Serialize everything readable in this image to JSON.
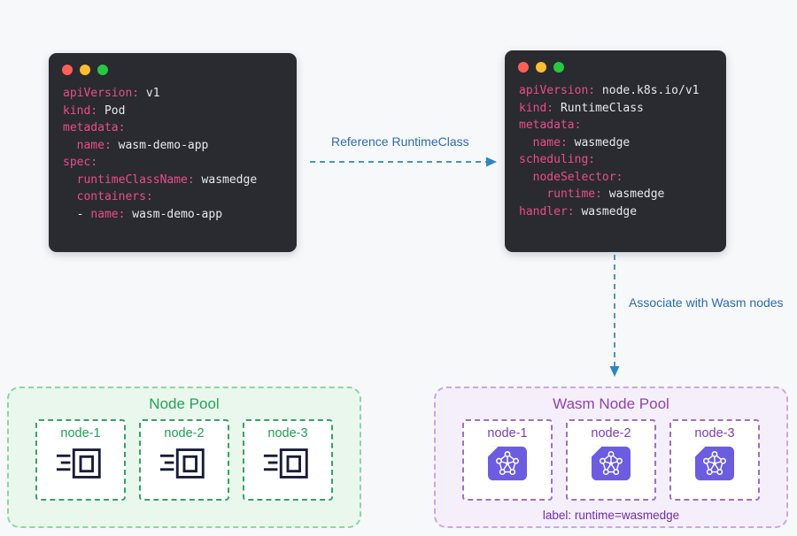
{
  "pod_window": {
    "lines": [
      [
        [
          "k",
          "apiVersion:"
        ],
        [
          "t",
          " v1"
        ]
      ],
      [
        [
          "k",
          "kind:"
        ],
        [
          "t",
          " Pod"
        ]
      ],
      [
        [
          "k",
          "metadata:"
        ]
      ],
      [
        [
          "t",
          "  "
        ],
        [
          "k",
          "name:"
        ],
        [
          "t",
          " wasm-demo-app"
        ]
      ],
      [
        [
          "k",
          "spec:"
        ]
      ],
      [
        [
          "t",
          "  "
        ],
        [
          "k",
          "runtimeClassName:"
        ],
        [
          "t",
          " wasmedge"
        ]
      ],
      [
        [
          "t",
          "  "
        ],
        [
          "k",
          "containers:"
        ]
      ],
      [
        [
          "t",
          "  - "
        ],
        [
          "k",
          "name:"
        ],
        [
          "t",
          " wasm-demo-app"
        ]
      ]
    ]
  },
  "runtimeclass_window": {
    "lines": [
      [
        [
          "k",
          "apiVersion:"
        ],
        [
          "t",
          " node.k8s.io/v1"
        ]
      ],
      [
        [
          "k",
          "kind:"
        ],
        [
          "t",
          " RuntimeClass"
        ]
      ],
      [
        [
          "k",
          "metadata:"
        ]
      ],
      [
        [
          "t",
          "  "
        ],
        [
          "k",
          "name:"
        ],
        [
          "t",
          " wasmedge"
        ]
      ],
      [
        [
          "k",
          "scheduling:"
        ]
      ],
      [
        [
          "t",
          "  "
        ],
        [
          "k",
          "nodeSelector:"
        ]
      ],
      [
        [
          "t",
          "    "
        ],
        [
          "k",
          "runtime:"
        ],
        [
          "t",
          " wasmedge"
        ]
      ],
      [
        [
          "k",
          "handler:"
        ],
        [
          "t",
          " wasmedge"
        ]
      ]
    ]
  },
  "arrows": {
    "reference_label": "Reference RuntimeClass",
    "associate_label": "Associate with Wasm nodes"
  },
  "node_pool": {
    "title": "Node Pool",
    "nodes": [
      "node-1",
      "node-2",
      "node-3"
    ]
  },
  "wasm_node_pool": {
    "title": "Wasm Node Pool",
    "nodes": [
      "node-1",
      "node-2",
      "node-3"
    ],
    "label": "label: runtime=wasmedge"
  },
  "colors": {
    "code-key": "#ed4c8c",
    "code-text": "#e9e9ec",
    "arrow": "#2e86c1",
    "arrow-text": "#2b6cb0",
    "green-title": "#27a25b",
    "purple-title": "#8e44ad"
  }
}
